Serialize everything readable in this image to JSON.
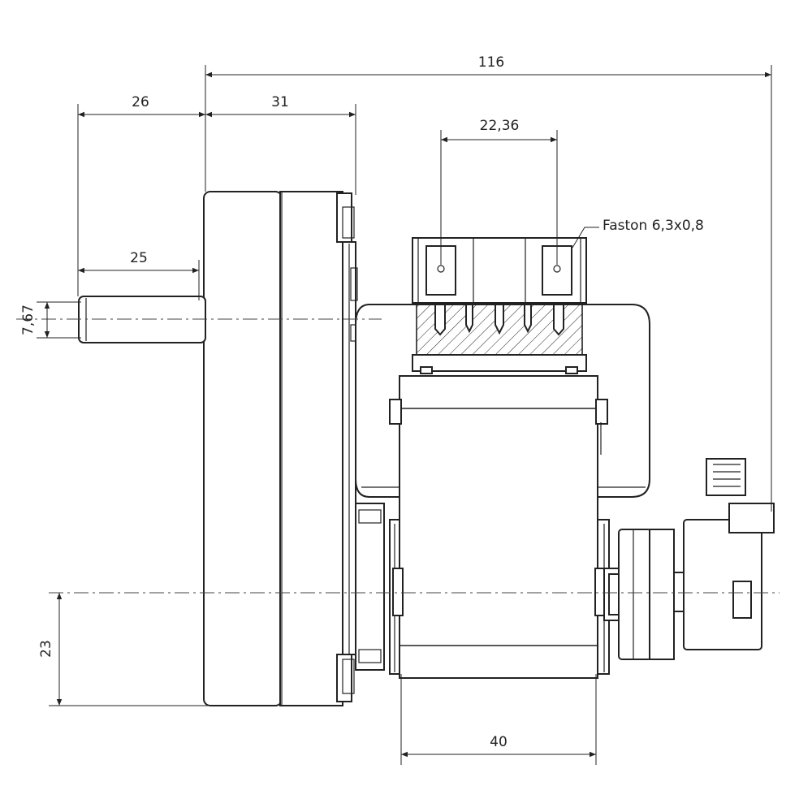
{
  "dimensions": {
    "overall_length": "116",
    "shaft_length": "26",
    "gearbox_depth": "31",
    "faston_spacing": "22,36",
    "faston_spec": "Faston 6,3x0,8",
    "shaft_projection": "25",
    "shaft_diameter": "7,67",
    "shaft_axis_height": "23",
    "motor_width": "40"
  }
}
